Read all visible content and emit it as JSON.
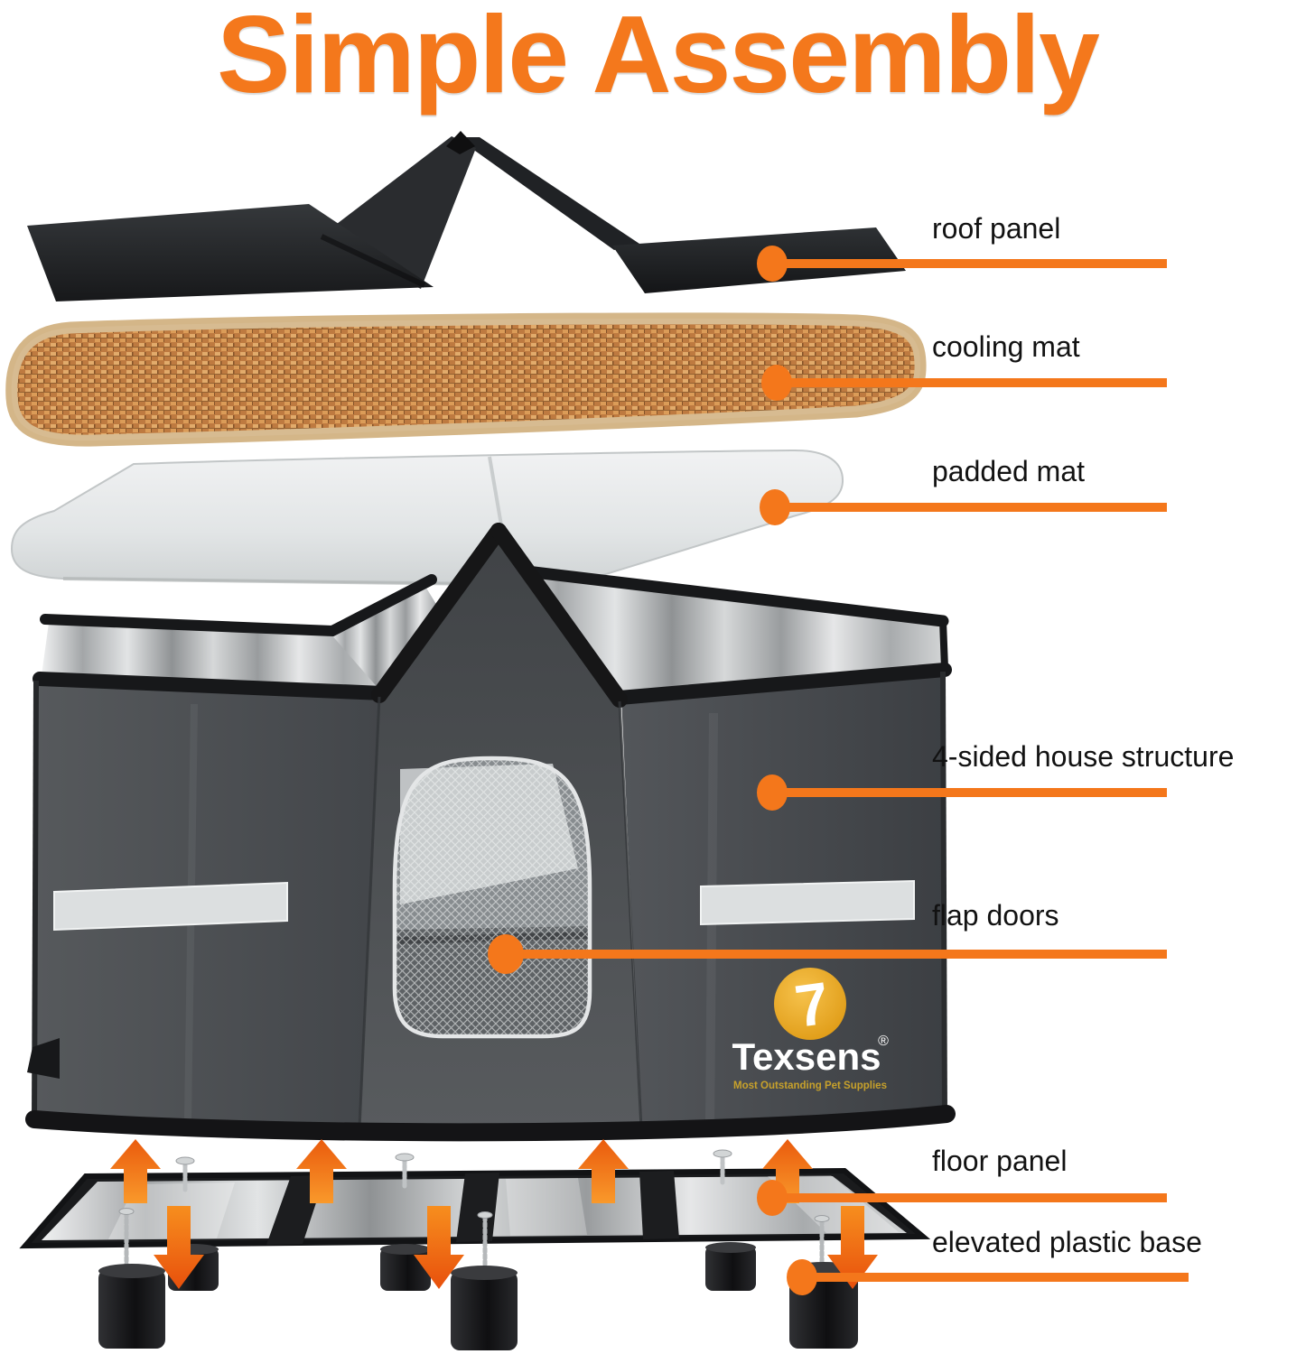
{
  "title": "Simple Assembly",
  "brand": {
    "logo_number": "7",
    "name": "Texsens",
    "registered": "®",
    "tagline": "Most Outstanding Pet Supplies"
  },
  "labels": [
    {
      "id": "roof-panel",
      "text": "roof panel"
    },
    {
      "id": "cooling-mat",
      "text": "cooling mat"
    },
    {
      "id": "padded-mat",
      "text": "padded mat"
    },
    {
      "id": "house-structure",
      "text": "4-sided house structure"
    },
    {
      "id": "flap-doors",
      "text": "flap doors"
    },
    {
      "id": "floor-panel",
      "text": "floor panel"
    },
    {
      "id": "elevated-base",
      "text": "elevated plastic base"
    }
  ],
  "colors": {
    "accent": "#F4771B",
    "title": "#F4781C",
    "text": "#121212",
    "logo_gold": "#E8A61F",
    "tagline_gold": "#C7A12B"
  }
}
